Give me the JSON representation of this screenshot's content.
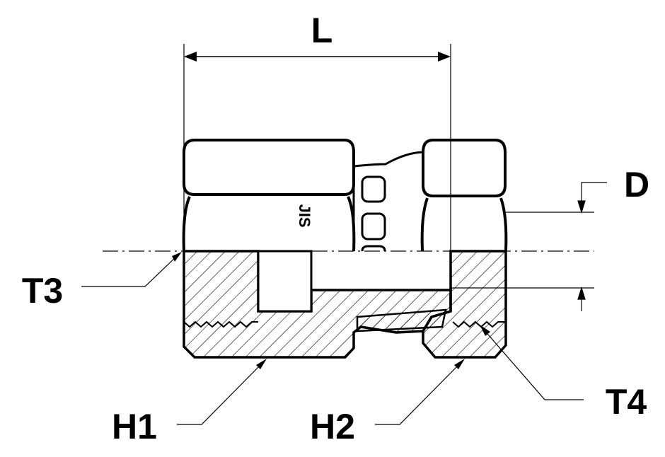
{
  "labels": {
    "length": "L",
    "diameter": "D",
    "thread_left": "T3",
    "thread_right": "T4",
    "hex_left": "H1",
    "hex_right": "H2",
    "marking": "JIS"
  },
  "colors": {
    "ink": "#000000",
    "background": "#ffffff"
  }
}
